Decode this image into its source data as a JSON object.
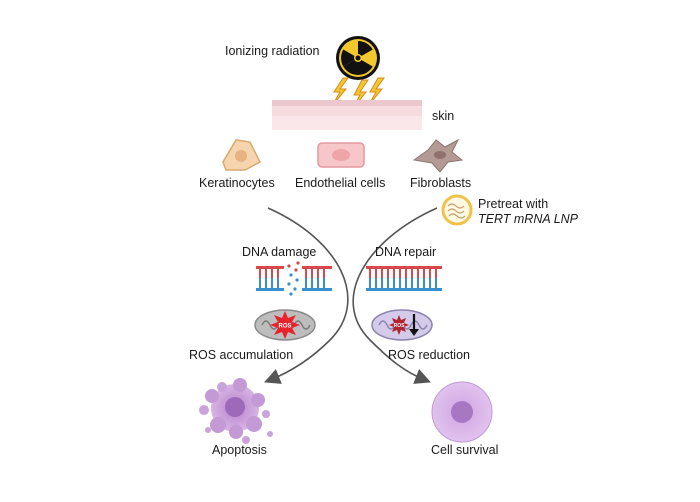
{
  "labels": {
    "radiation": "Ionizing radiation",
    "skin": "skin",
    "keratinocytes": "Keratinocytes",
    "endothelial": "Endothelial cells",
    "fibroblasts": "Fibroblasts",
    "pretreat_line1": "Pretreat with",
    "pretreat_line2": "TERT mRNA LNP",
    "dna_damage": "DNA damage",
    "dna_repair": "DNA repair",
    "ros_accum": "ROS accumulation",
    "ros_reduction": "ROS reduction",
    "ros_badge_left": "ROS",
    "ros_badge_right": "ROS",
    "apoptosis": "Apoptosis",
    "survival": "Cell survival"
  },
  "colors": {
    "dna_red": "#d9474b",
    "dna_blue": "#3a8fd0",
    "ros_red": "#e8232b",
    "apoptotic_cell": "#c8a3d8",
    "surviving_cell": "#d7b3e6",
    "radiation_yellow": "#f3c82e",
    "skin_pink": "#f6dcdf"
  }
}
